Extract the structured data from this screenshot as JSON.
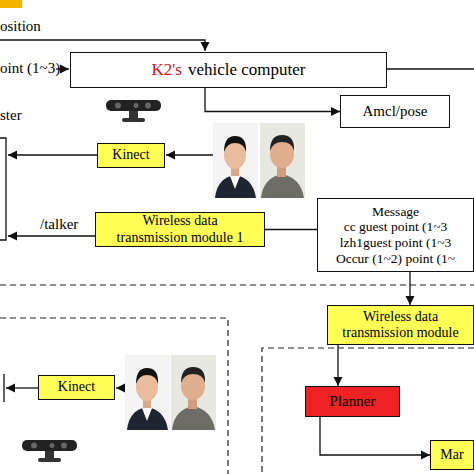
{
  "diagram": {
    "nodes": [
      {
        "text": [
          "K2's",
          "vehicle computer"
        ]
      },
      {
        "text": [
          "Amcl/pose"
        ]
      },
      {
        "text": [
          "Kinect"
        ]
      },
      {
        "text": [
          "Wireless data transmission module 1"
        ]
      },
      {
        "text": [
          "Message",
          "cc guest point (1~3",
          "lzh1guest point (1~3",
          "Occur (1~2) point (1~"
        ]
      },
      {
        "text": [
          "Wireless data transmission module"
        ]
      },
      {
        "text": [
          "Planner"
        ]
      },
      {
        "text": [
          "Mar"
        ]
      },
      {
        "text": [
          "Kinect"
        ]
      }
    ],
    "edges": [
      {
        "from": 0,
        "to": 1,
        "arrow": "to"
      },
      {
        "from": 3,
        "to": 4,
        "arrow": "none"
      },
      {
        "from": 4,
        "to": 5,
        "arrow": "to"
      },
      {
        "from": 5,
        "to": 6,
        "arrow": "to"
      },
      {
        "from": 6,
        "to": 7,
        "arrow": "to"
      }
    ],
    "labels": [
      "osition",
      "oint (1~3)",
      "ster",
      "/talker"
    ]
  }
}
